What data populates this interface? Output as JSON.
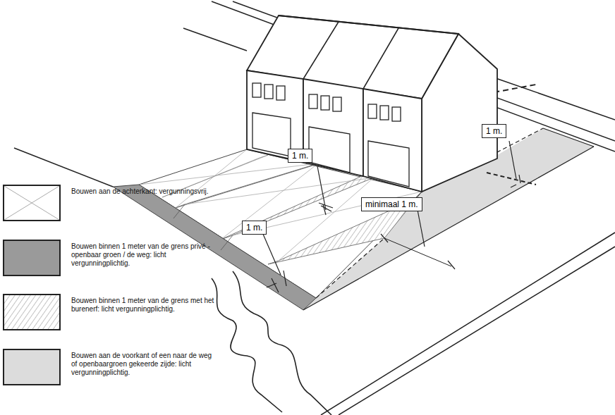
{
  "diagram": {
    "labels": [
      "1 m.",
      "1 m.",
      "minimaal 1 m.",
      "1 m."
    ],
    "legend": [
      {
        "text": "Bouwen aan de achterkant: vergunningsvrij."
      },
      {
        "text": "Bouwen binnen 1 meter van de grens privé - openbaar groen / de weg: licht vergunningplichtig.",
        "color": "#9a9a9a"
      },
      {
        "text": "Bouwen binnen 1 meter van de grens met het burenerf: licht vergunningplichtig."
      },
      {
        "text": "Bouwen aan de voorkant of een naar de weg of openbaargroen gekeerde zijde: licht vergunningplichtig.",
        "color": "#dcdcdc"
      }
    ]
  }
}
